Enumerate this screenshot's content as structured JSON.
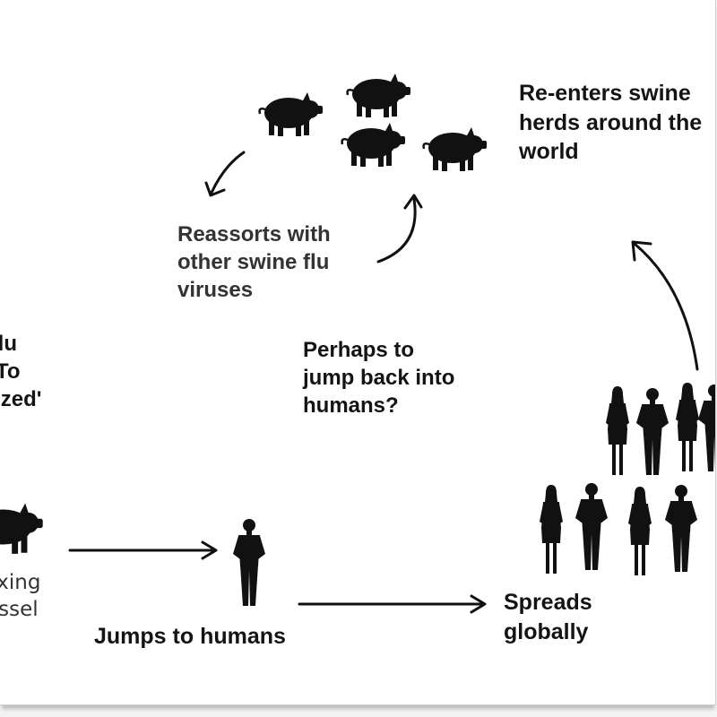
{
  "diagram": {
    "labels": {
      "reenters": "Re-enters swine\nherds around the\nworld",
      "reassorts": "Reassorts with\nother swine flu\nviruses",
      "perhaps": "Perhaps to\njump back into\nhumans?",
      "swine_flu_adapts": "Swine Flu\nAdapts To\n'Humanized'\nForm",
      "jumps": "Jumps to humans",
      "spreads": "Spreads\nglobally",
      "vessel": "Mixing\nVessel"
    }
  }
}
